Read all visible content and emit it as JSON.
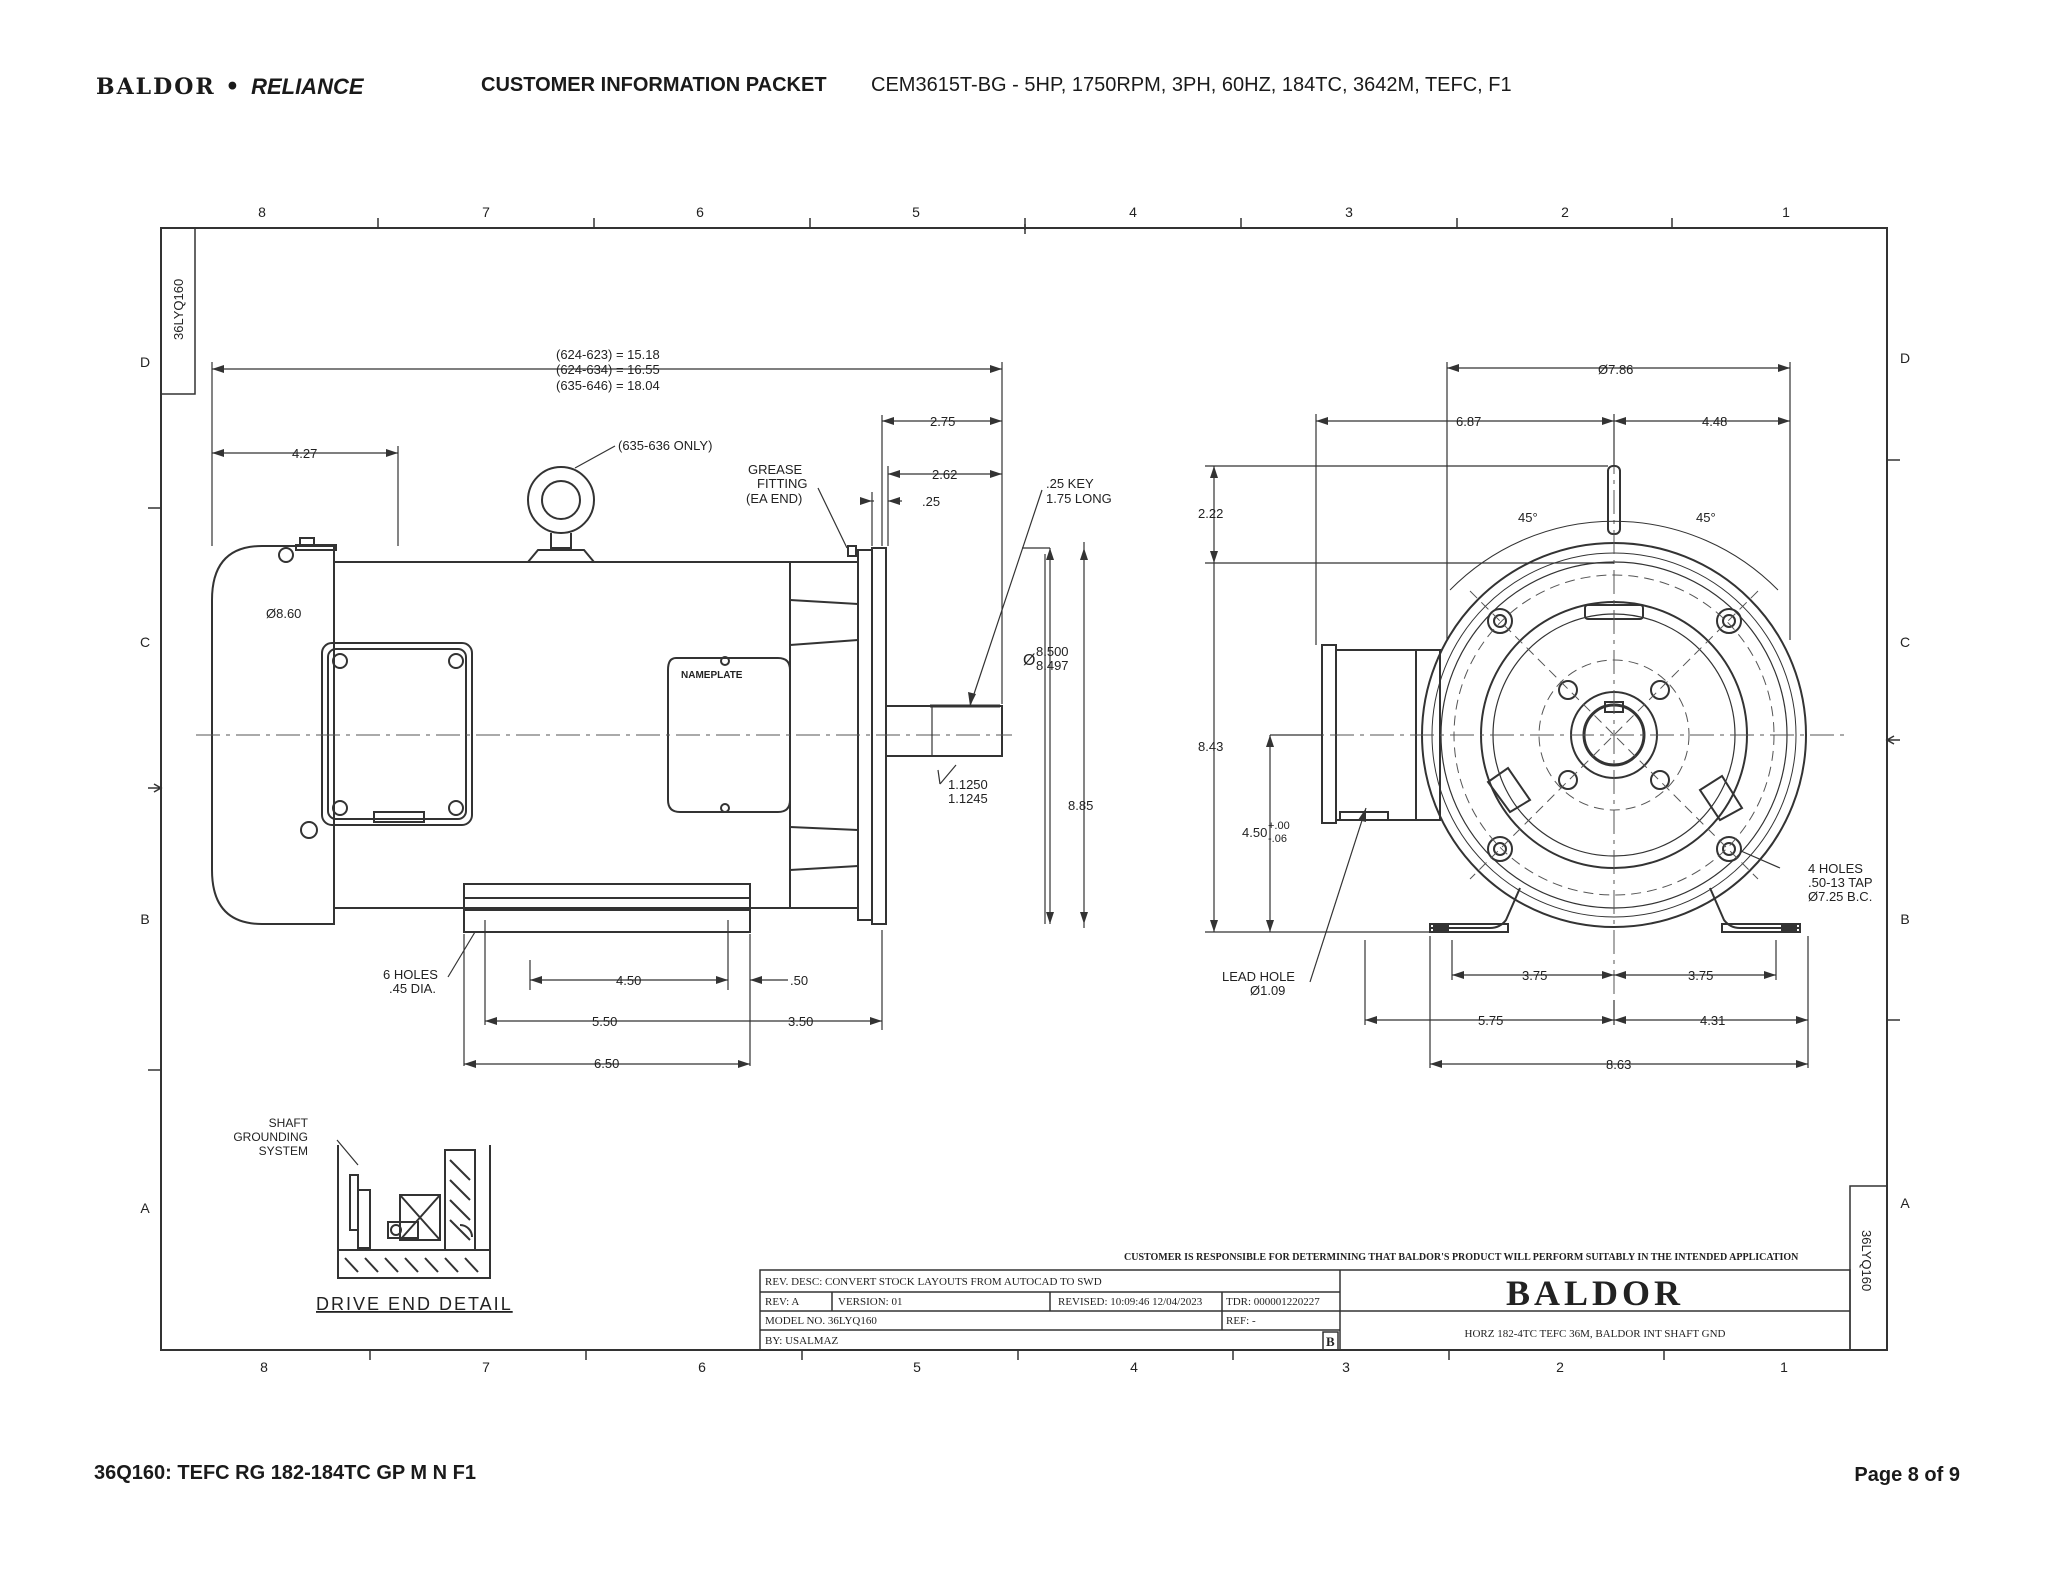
{
  "header": {
    "brand_left": "BALDOR",
    "brand_sep": " • ",
    "brand_right": "RELIANCE",
    "packet": "CUSTOMER INFORMATION PACKET",
    "model": "CEM3615T-BG - 5HP, 1750RPM, 3PH, 60HZ, 184TC, 3642M, TEFC, F1"
  },
  "drawing": {
    "col_labels": [
      "8",
      "7",
      "6",
      "5",
      "4",
      "3",
      "2",
      "1"
    ],
    "row_labels": [
      "D",
      "C",
      "B",
      "A"
    ],
    "side_id": "36LYQ160",
    "dims": {
      "overall": "(624-623) = 15.18",
      "overall2": "(624-634) = 16.55",
      "overall3": "(635-646) = 18.04",
      "d427": "4.27",
      "eyebolt": "(635-636 ONLY)",
      "d275": "2.75",
      "d262": "2.62",
      "d25": ".25",
      "grease1": "GREASE",
      "grease2": "FITTING",
      "grease3": "(EA END)",
      "key1": ".25 KEY",
      "key2": "1.75 LONG",
      "dia860": "Ø8.60",
      "pilot_sym": "Ø",
      "pilot1": "8.500",
      "pilot2": "8.497",
      "nameplate": "NAMEPLATE",
      "shaft1": "1.1250",
      "shaft2": "1.1245",
      "d885": "8.85",
      "holes1": "6 HOLES",
      "holes2": ".45 DIA.",
      "d450": "4.50",
      "d50": ".50",
      "d550": "5.50",
      "d350": "3.50",
      "d650": "6.50",
      "dia786": "Ø7.86",
      "d687": "6.87",
      "d448": "4.48",
      "d222": "2.22",
      "a45l": "45°",
      "a45r": "45°",
      "d843": "8.43",
      "d450b": "4.50",
      "tol_p": "+.00",
      "tol_m": "-.06",
      "lead1": "LEAD HOLE",
      "lead2": "Ø1.09",
      "tap1": "4 HOLES",
      "tap2": ".50-13 TAP",
      "tap3": "Ø7.25 B.C.",
      "d375l": "3.75",
      "d375r": "3.75",
      "d575": "5.75",
      "d431": "4.31",
      "d863": "8.63",
      "sg1": "SHAFT",
      "sg2": "GROUNDING",
      "sg3": "SYSTEM",
      "de_detail": "DRIVE END DETAIL"
    },
    "title_block": {
      "disclaimer": "CUSTOMER IS RESPONSIBLE FOR DETERMINING THAT BALDOR'S PRODUCT WILL PERFORM SUITABLY IN THE INTENDED APPLICATION",
      "rev_desc": "REV. DESC: CONVERT STOCK LAYOUTS FROM AUTOCAD TO SWD",
      "rev": "REV:  A",
      "version": "VERSION:  01",
      "revised": "REVISED:  10:09:46 12/04/2023",
      "tdr": "TDR:  000001220227",
      "model_no": "MODEL NO.  36LYQ160",
      "ref": "REF:  -",
      "by": "BY: USALMAZ",
      "sheet_letter": "B",
      "logo": "BALDOR",
      "desc": "HORZ 182-4TC TEFC 36M, BALDOR INT SHAFT GND"
    }
  },
  "footer": {
    "left": "36Q160: TEFC RG 182-184TC GP M N F1",
    "right": "Page 8 of 9"
  }
}
